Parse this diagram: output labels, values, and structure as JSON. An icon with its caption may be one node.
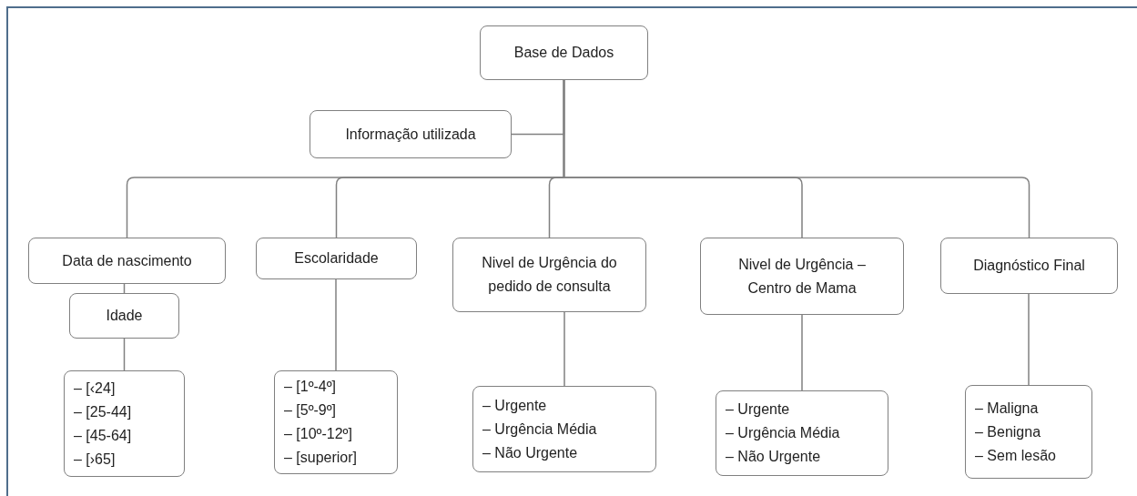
{
  "diagram": {
    "nodes": [
      {
        "text": [
          "Base de Dados"
        ]
      },
      {
        "text": [
          "Informação utilizada"
        ]
      },
      {
        "text": [
          "Data de nascimento"
        ]
      },
      {
        "text": [
          "Idade"
        ]
      },
      {
        "text": [
          "– [‹24]",
          "– [25-44]",
          "– [45-64]",
          "– [›65]"
        ]
      },
      {
        "text": [
          "Escolaridade"
        ]
      },
      {
        "text": [
          "– [1º-4º]",
          "– [5º-9º]",
          "– [10º-12º]",
          "– [superior]"
        ]
      },
      {
        "text": [
          "Nivel de Urgência do pedido de consulta"
        ]
      },
      {
        "text": [
          "– Urgente",
          "– Urgência Média",
          "– Não Urgente"
        ]
      },
      {
        "text": [
          "Nivel de Urgência – Centro de Mama"
        ]
      },
      {
        "text": [
          "– Urgente",
          "– Urgência Média",
          "– Não Urgente"
        ]
      },
      {
        "text": [
          "Diagnóstico Final"
        ]
      },
      {
        "text": [
          "– Maligna",
          "– Benigna",
          "– Sem lesão"
        ]
      }
    ],
    "edges": [
      {
        "from": 0,
        "to": 1,
        "arrow": "none"
      },
      {
        "from": 0,
        "to": 2,
        "arrow": "none"
      },
      {
        "from": 0,
        "to": 5,
        "arrow": "none"
      },
      {
        "from": 0,
        "to": 7,
        "arrow": "none"
      },
      {
        "from": 0,
        "to": 9,
        "arrow": "none"
      },
      {
        "from": 0,
        "to": 11,
        "arrow": "none"
      },
      {
        "from": 2,
        "to": 3,
        "arrow": "none"
      },
      {
        "from": 3,
        "to": 4,
        "arrow": "none"
      },
      {
        "from": 5,
        "to": 6,
        "arrow": "none"
      },
      {
        "from": 7,
        "to": 8,
        "arrow": "none"
      },
      {
        "from": 9,
        "to": 10,
        "arrow": "none"
      },
      {
        "from": 11,
        "to": 12,
        "arrow": "none"
      }
    ]
  }
}
